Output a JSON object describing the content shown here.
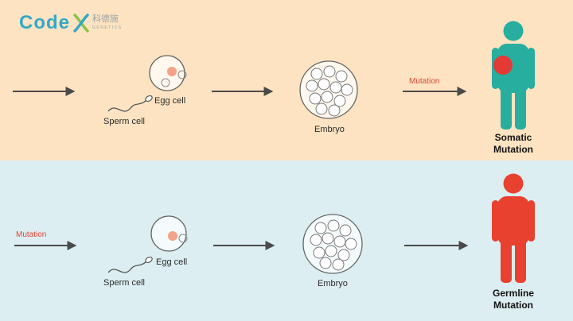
{
  "logo": {
    "brand": "Code",
    "chinese": "科德施",
    "sub": "GENETICS"
  },
  "colors": {
    "top_background": "#FDE3C1",
    "bottom_background": "#DCEEF1",
    "somatic_body": "#27AE9E",
    "germline_body": "#E8412F",
    "mutation_marker": "#E53935",
    "mutation_text": "#E0463A",
    "brand": "#34A8C8"
  },
  "rows": [
    {
      "sperm_label": "Sperm cell",
      "egg_label": "Egg cell",
      "embryo_label": "Embryo",
      "mutation_label": "Mutation",
      "caption_line1": "Somatic",
      "caption_line2": "Mutation"
    },
    {
      "sperm_label": "Sperm cell",
      "egg_label": "Egg cell",
      "embryo_label": "Embryo",
      "mutation_label": "Mutation",
      "caption_line1": "Germline",
      "caption_line2": "Mutation"
    }
  ]
}
